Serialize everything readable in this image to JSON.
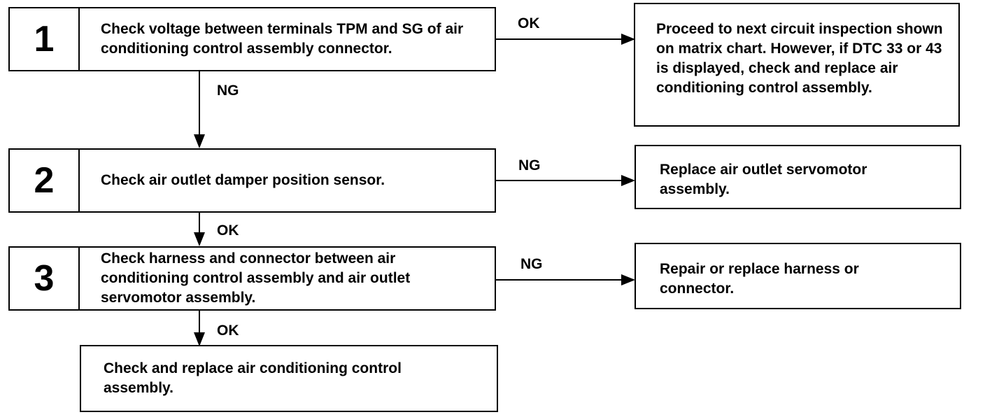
{
  "steps": [
    {
      "number": "1",
      "text": "Check voltage between terminals TPM and SG of air conditioning control assembly connector."
    },
    {
      "number": "2",
      "text": "Check air outlet damper position sensor."
    },
    {
      "number": "3",
      "text": "Check harness and connector between air conditioning control assembly and air outlet servomotor assembly."
    }
  ],
  "results": [
    "Proceed to next circuit inspection shown on matrix chart. However, if DTC 33 or 43 is displayed, check and replace air conditioning control assembly.",
    "Replace air outlet servomotor assembly.",
    "Repair or replace harness or connector."
  ],
  "final": "Check and replace air conditioning control assembly.",
  "labels": {
    "s1_right": "OK",
    "s1_down": "NG",
    "s2_right": "NG",
    "s2_down": "OK",
    "s3_right": "NG",
    "s3_down": "OK"
  }
}
